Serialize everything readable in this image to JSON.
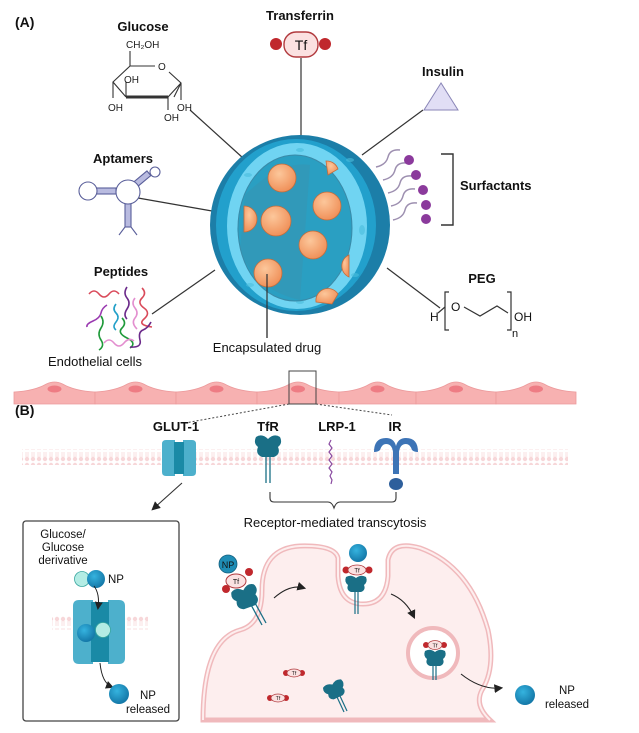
{
  "figure": {
    "panel_a": {
      "label": "(A)",
      "ligands": {
        "glucose": {
          "title": "Glucose",
          "groups": {
            "ch2oh": "CH₂OH",
            "ring_o": "O",
            "oh": "OH"
          }
        },
        "transferrin": {
          "title": "Transferrin",
          "badge": "Tf"
        },
        "insulin": {
          "title": "Insulin"
        },
        "aptamers": {
          "title": "Aptamers"
        },
        "surfactants": {
          "title": "Surfactants"
        },
        "peptides": {
          "title": "Peptides"
        },
        "peg": {
          "title": "PEG",
          "h": "H",
          "o": "O",
          "oh": "OH",
          "n": "n"
        }
      },
      "nanoparticle_label": "Encapsulated drug",
      "endothelial_label": "Endothelial cells"
    },
    "panel_b": {
      "label": "(B)",
      "receptors": [
        "GLUT-1",
        "TfR",
        "LRP-1",
        "IR"
      ],
      "transcytosis_label": "Receptor-mediated transcytosis",
      "inset": {
        "glucose_label": "Glucose/\nGlucose\nderivative",
        "glucose_lines": [
          "Glucose/",
          "Glucose",
          "derivative"
        ],
        "np": "NP",
        "np_released_lines": [
          "NP",
          "released"
        ]
      },
      "cell": {
        "np": "NP",
        "tf": "Tf",
        "np_released_lines": [
          "NP",
          "released"
        ]
      }
    },
    "colors": {
      "np_shell": "#1f8db5",
      "np_inner": "#6fd3f0",
      "np_core": "#2ba3c4",
      "drug": "#f5a36c",
      "endothelial": "#f7b1b1",
      "nucleus": "#ee7c84",
      "membrane": "#f3c9cc",
      "tf_red": "#c0282d",
      "surfactant": "#8b3a9c",
      "insulin": "#e1def5",
      "glut": "#3aa7c2",
      "tfr": "#1a6f86",
      "ir": "#3d74b6",
      "cell_fill": "#fdeeee"
    }
  }
}
